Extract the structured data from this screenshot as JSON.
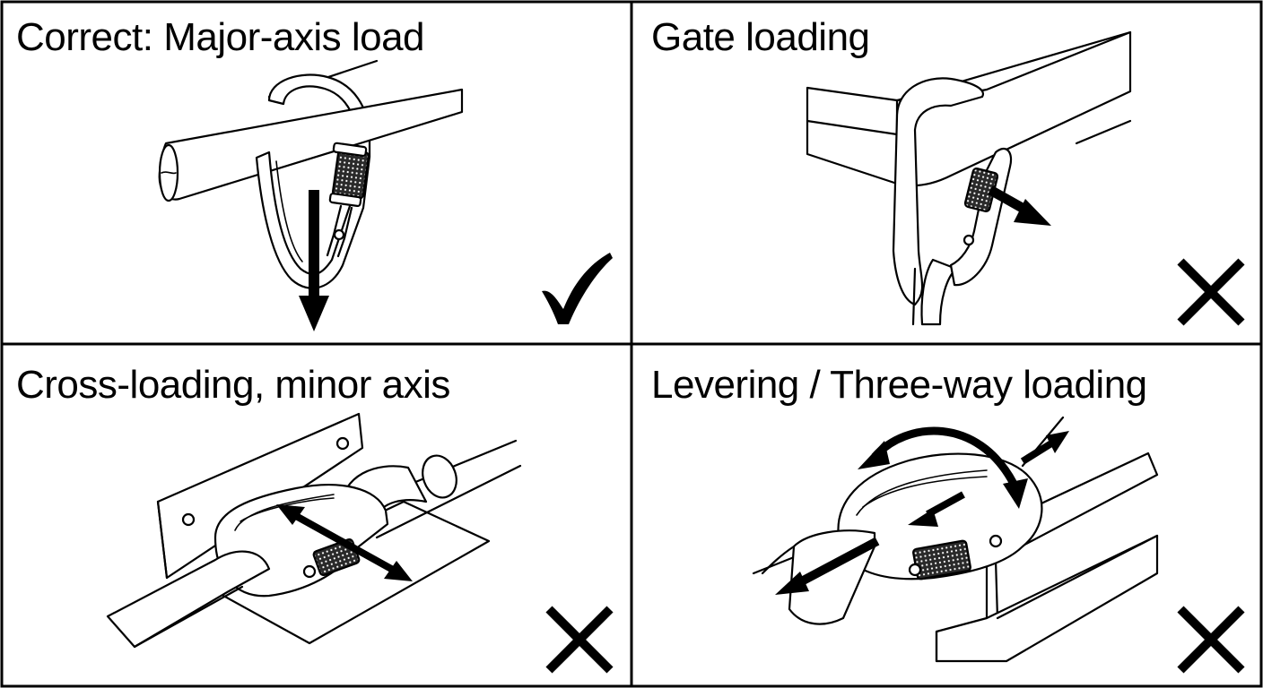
{
  "panels": [
    {
      "title": "Correct: Major-axis load",
      "verdict": "check",
      "verdict_icon": "checkmark-icon"
    },
    {
      "title": "Gate loading",
      "verdict": "cross",
      "verdict_icon": "x-mark-icon"
    },
    {
      "title": "Cross-loading, minor axis",
      "verdict": "cross",
      "verdict_icon": "x-mark-icon"
    },
    {
      "title": "Levering / Three-way loading",
      "verdict": "cross",
      "verdict_icon": "x-mark-icon"
    }
  ]
}
